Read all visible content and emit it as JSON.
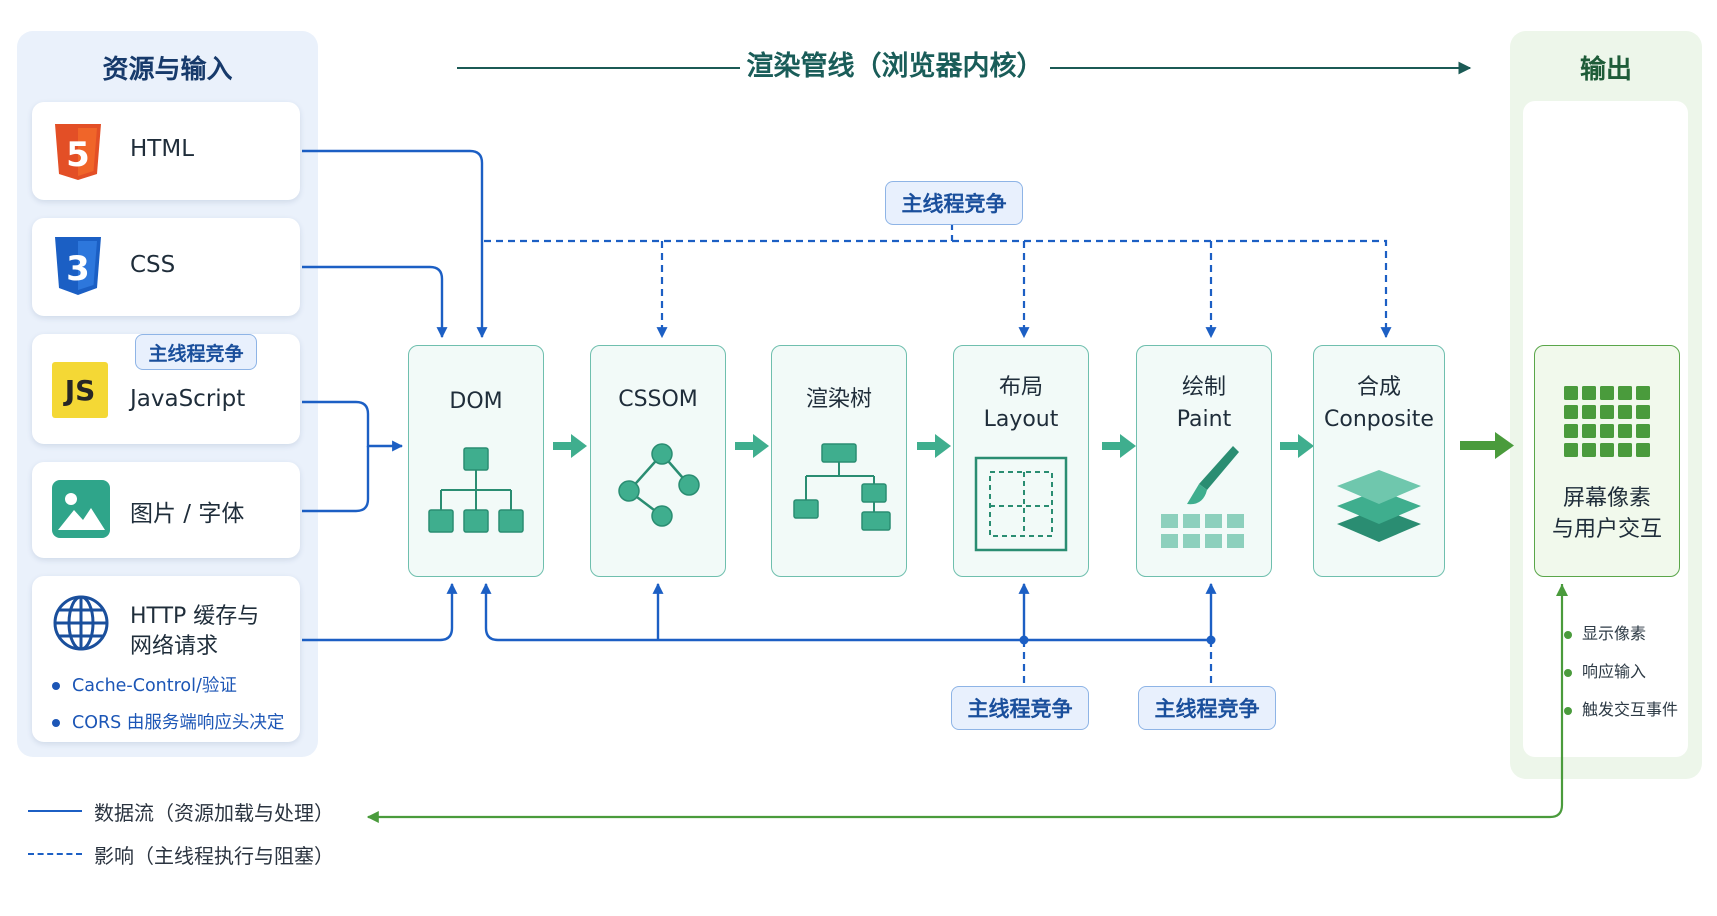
{
  "inputs": {
    "title": "资源与输入",
    "items": [
      {
        "label": "HTML",
        "icon": "html5-icon"
      },
      {
        "label": "CSS",
        "icon": "css3-icon"
      },
      {
        "label": "JavaScript",
        "badge_text": "JS",
        "icon": "javascript-icon"
      },
      {
        "label": "图片 / 字体",
        "icon": "image-icon"
      },
      {
        "label_line1": "HTTP 缓存与",
        "label_line2": "网络请求",
        "icon": "globe-icon",
        "bullets": [
          "Cache-Control/验证",
          "CORS 由服务端响应头决定"
        ]
      }
    ]
  },
  "pipeline": {
    "title": "渲染管线（浏览器内核）",
    "stages": [
      {
        "line1": "DOM",
        "line2": "",
        "icon": "dom-tree-icon"
      },
      {
        "line1": "CSSOM",
        "line2": "",
        "icon": "node-graph-icon"
      },
      {
        "line1": "渲染树",
        "line2": "",
        "icon": "render-tree-icon"
      },
      {
        "line1": "布局",
        "line2": "Layout",
        "icon": "layout-grid-icon"
      },
      {
        "line1": "绘制",
        "line2": "Paint",
        "icon": "paint-brush-icon"
      },
      {
        "line1": "合成",
        "line2": "Conposite",
        "icon": "layers-icon"
      }
    ]
  },
  "tags": {
    "main_thread": "主线程竞争"
  },
  "output": {
    "title": "输出",
    "screen_line1": "屏幕像素",
    "screen_line2": "与用户交互",
    "bullets": [
      "显示像素",
      "响应输入",
      "触发交互事件"
    ]
  },
  "legend": {
    "data_flow": "数据流（资源加载与处理）",
    "influence": "影响（主线程执行与阻塞）"
  },
  "colors": {
    "data_flow_blue": "#1c5fc4",
    "stage_border": "#6fbfae",
    "stage_arrow": "#3fae8e",
    "feedback_green": "#4a9b3c"
  }
}
